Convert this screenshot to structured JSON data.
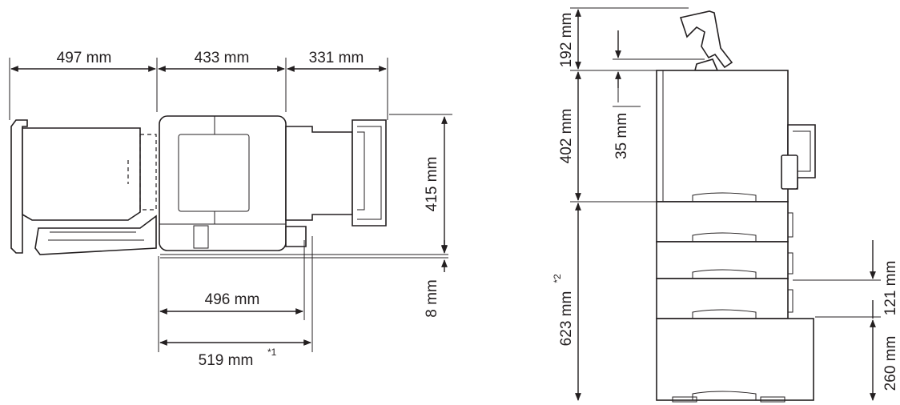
{
  "dimensions": {
    "top_view": {
      "width_left": "497 mm",
      "width_center": "433 mm",
      "width_right": "331 mm",
      "depth": "415 mm",
      "depth_extra": "8 mm",
      "bottom_width_1": "496 mm",
      "bottom_width_2": "519 mm",
      "bottom_width_2_note": "*1"
    },
    "side_view": {
      "height_output": "192 mm",
      "height_main": "402 mm",
      "height_gap": "35 mm",
      "height_feeders": "623 mm",
      "height_feeders_note": "*2",
      "feeder_height": "121 mm",
      "bottom_feeder_height": "260 mm"
    }
  },
  "colors": {
    "line": "#231f20",
    "background": "#ffffff"
  }
}
